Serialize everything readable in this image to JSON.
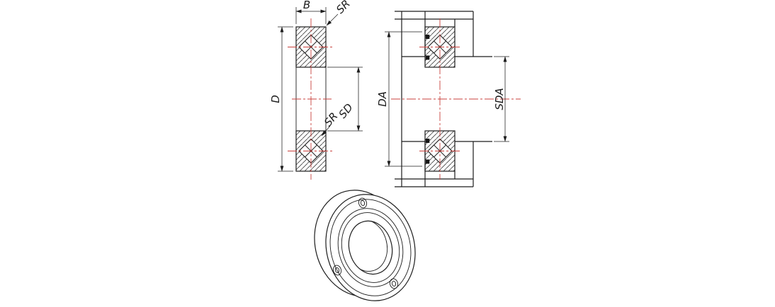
{
  "colors": {
    "background": "#ffffff",
    "line": "#1c1c1c",
    "centerline": "#c8413c"
  },
  "section_view": {
    "labels": {
      "b": "B",
      "sr_outer": "SR",
      "d": "D",
      "sr_inner": "SR",
      "sd": "SD"
    }
  },
  "mounted_view": {
    "labels": {
      "da": "DA",
      "sda": "SDA"
    }
  }
}
